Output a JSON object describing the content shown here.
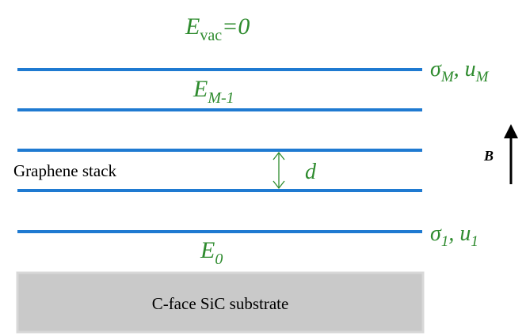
{
  "energies": {
    "vac": {
      "symbol": "E",
      "sub": "vac",
      "suffix": "=0"
    },
    "top": {
      "symbol": "E",
      "sub": "M-1"
    },
    "bottom": {
      "symbol": "E",
      "sub": "0"
    }
  },
  "layers": {
    "top_label": {
      "s": "σ",
      "s_sub": "M",
      "sep": ", ",
      "u": "u",
      "u_sub": "M"
    },
    "bottom_label": {
      "s": "σ",
      "s_sub": "1",
      "sep": ", ",
      "u": "u",
      "u_sub": "1"
    }
  },
  "stack_label": "Graphene stack",
  "spacing_label": "d",
  "field_label": "B",
  "substrate_label": "C-face SiC substrate",
  "colors": {
    "layer_line": "#1f7ad1",
    "green_text": "#2e8b2e",
    "substrate_fill": "#c9c9c9",
    "substrate_border": "#d8d8d8",
    "arrow": "#000000"
  }
}
